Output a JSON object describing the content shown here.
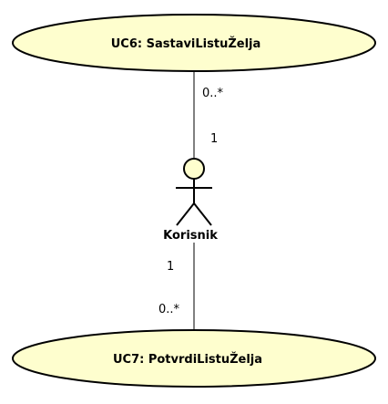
{
  "diagram": {
    "use_cases": [
      {
        "label": "UC6: SastaviListuŽelja"
      },
      {
        "label": "UC7: PotvrdiListuŽelja"
      }
    ],
    "actor": {
      "label": "Korisnik"
    },
    "associations": [
      {
        "use_case_end": "0..*",
        "actor_end": "1"
      },
      {
        "actor_end": "1",
        "use_case_end": "0..*"
      }
    ]
  },
  "colors": {
    "use_case_fill": "#FEFECE",
    "actor_fill": "#FEFECE",
    "stroke": "#000000",
    "background": "#FFFFFF"
  }
}
